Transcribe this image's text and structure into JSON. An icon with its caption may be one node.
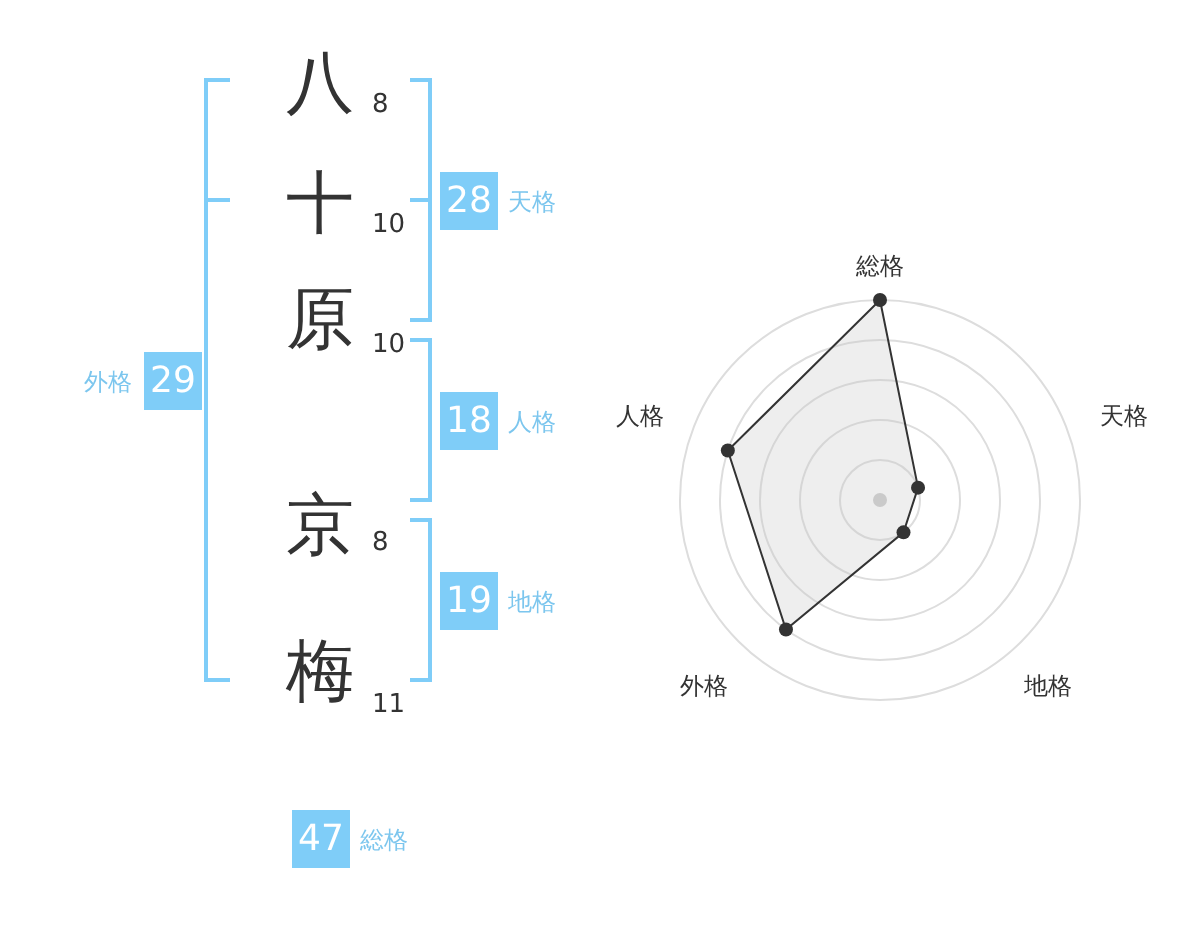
{
  "diagram": {
    "nodes": [
      {
        "text": [
          "八"
        ],
        "beside": [
          "8"
        ]
      },
      {
        "text": [
          "十"
        ],
        "beside": [
          "10"
        ]
      },
      {
        "text": [
          "原"
        ],
        "beside": [
          "10"
        ]
      },
      {
        "text": [
          "京"
        ],
        "beside": [
          "8"
        ]
      },
      {
        "text": [
          "梅"
        ],
        "beside": [
          "11"
        ]
      },
      {
        "text": [
          "29"
        ],
        "beside": [
          "外格"
        ]
      },
      {
        "text": [
          "28"
        ],
        "beside": [
          "天格"
        ]
      },
      {
        "text": [
          "18"
        ],
        "beside": [
          "人格"
        ]
      },
      {
        "text": [
          "19"
        ],
        "beside": [
          "地格"
        ]
      },
      {
        "text": [
          "47"
        ],
        "beside": [
          "総格"
        ]
      }
    ],
    "labels": [
      "総格",
      "人格",
      "天格",
      "外格",
      "地格"
    ]
  }
}
